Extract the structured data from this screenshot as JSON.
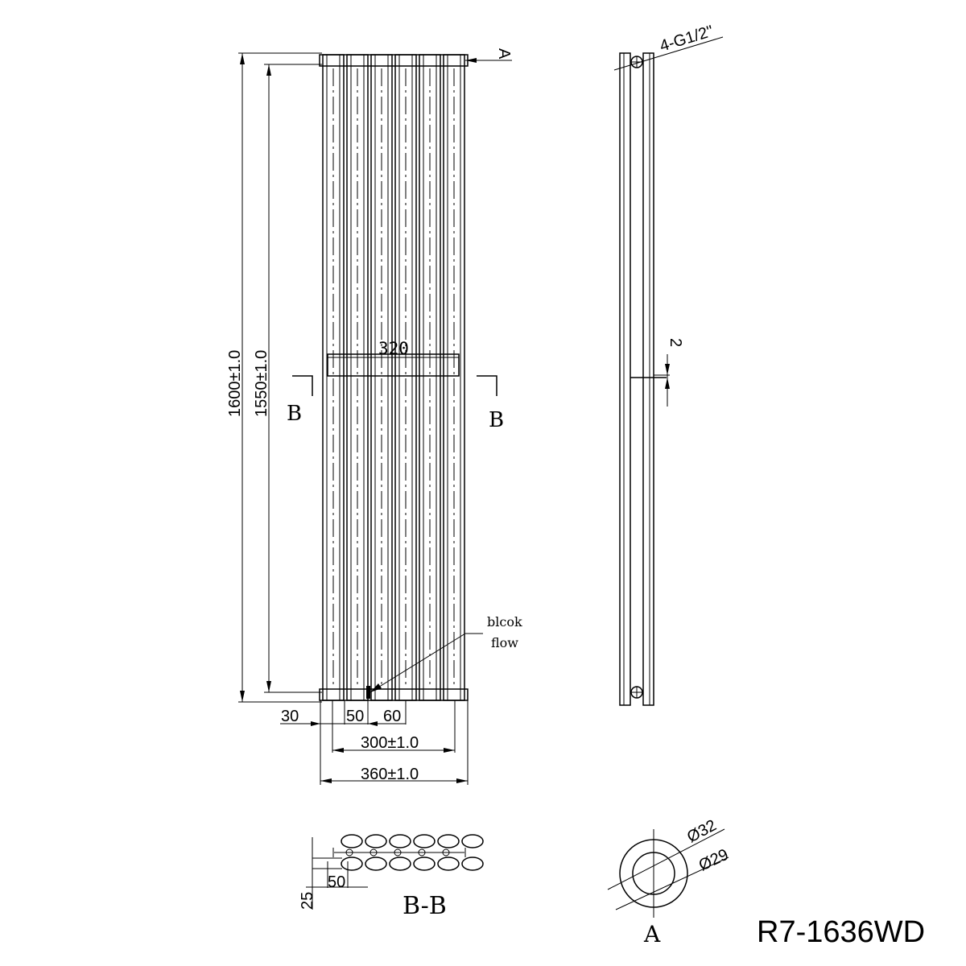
{
  "drawing": {
    "model": "R7-1636WD",
    "front_view": {
      "height_overall": "1600±1.0",
      "height_centers": "1550±1.0",
      "towel_bar_width": "320",
      "section_mark_left": "B",
      "section_mark_right": "B",
      "view_arrow": "A",
      "dim_30": "30",
      "dim_50": "50",
      "dim_60": "60",
      "width_centers": "300±1.0",
      "width_overall": "360±1.0",
      "note_line1": "blcok",
      "note_line2": "flow"
    },
    "side_view": {
      "connections": "4-G1/2\"",
      "gap": "2"
    },
    "section_bb": {
      "label": "B-B",
      "dim_25": "25",
      "dim_50": "50"
    },
    "detail_a": {
      "outer_dia": "Ø32",
      "inner_dia": "Ø29",
      "label": "A"
    }
  }
}
